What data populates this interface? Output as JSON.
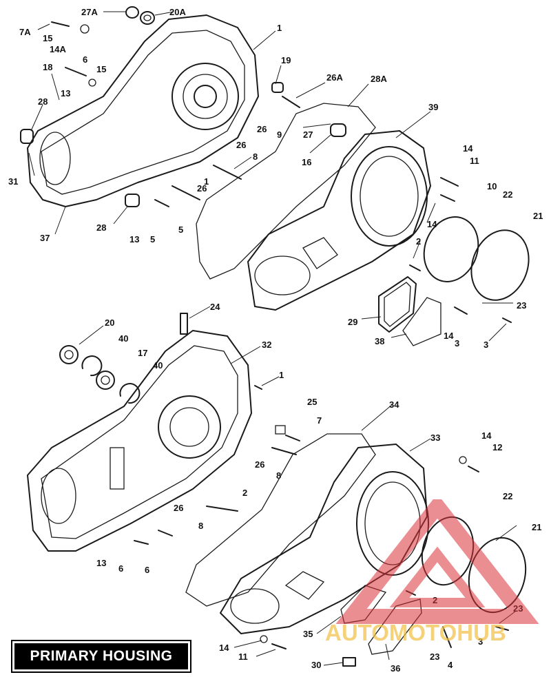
{
  "caption": {
    "title": "PRIMARY HOUSING"
  },
  "watermark": {
    "brand": "AUTOMOTOHUB",
    "colors": {
      "red": "#d9323a",
      "gold": "#f1c043",
      "gray": "#8a8a8a"
    }
  },
  "callouts": {
    "upper": [
      "27A",
      "20A",
      "7A",
      "15",
      "14A",
      "1",
      "6",
      "15",
      "18",
      "19",
      "13",
      "26A",
      "28A",
      "28",
      "39",
      "27",
      "26",
      "9",
      "16",
      "26",
      "8",
      "14",
      "31",
      "11",
      "1",
      "26",
      "10",
      "22",
      "21",
      "28",
      "13",
      "5",
      "5",
      "14",
      "37",
      "2",
      "29",
      "23",
      "38",
      "14",
      "3",
      "3"
    ],
    "lower": [
      "24",
      "20",
      "40",
      "32",
      "17",
      "40",
      "1",
      "25",
      "7",
      "34",
      "33",
      "14",
      "12",
      "26",
      "2",
      "8",
      "22",
      "26",
      "21",
      "8",
      "13",
      "6",
      "6",
      "2",
      "23",
      "35",
      "14",
      "3",
      "11",
      "23",
      "30",
      "36",
      "4"
    ]
  }
}
